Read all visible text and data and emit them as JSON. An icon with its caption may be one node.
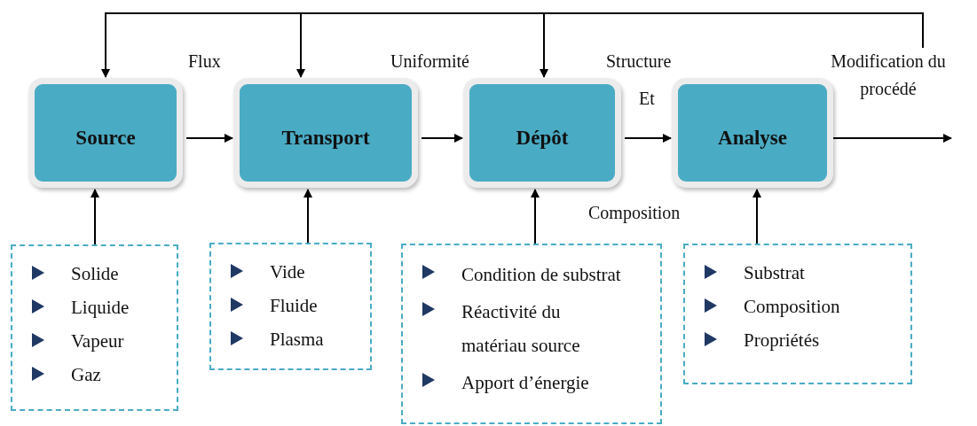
{
  "diagram": {
    "nodes": [
      {
        "text": [
          "Source"
        ]
      },
      {
        "text": [
          "Transport"
        ]
      },
      {
        "text": [
          "Dépôt"
        ]
      },
      {
        "text": [
          "Analyse"
        ]
      },
      {
        "text": [
          "Modification du procédé"
        ]
      },
      {
        "text": [
          "Solide",
          "Liquide",
          "Vapeur",
          "Gaz"
        ]
      },
      {
        "text": [
          "Vide",
          "Fluide",
          "Plasma"
        ]
      },
      {
        "text": [
          "Condition de substrat",
          "Réactivité du matériau source",
          "Apport d’énergie"
        ]
      },
      {
        "text": [
          "Substrat",
          "Composition",
          "Propriétés"
        ]
      }
    ],
    "edges": [
      {
        "from": 0,
        "to": 1,
        "arrow": "to"
      },
      {
        "from": 1,
        "to": 2,
        "arrow": "to"
      },
      {
        "from": 2,
        "to": 3,
        "arrow": "to"
      },
      {
        "from": 3,
        "to": null,
        "arrow": "to"
      },
      {
        "from": 4,
        "to": 0,
        "arrow": "to"
      },
      {
        "from": 4,
        "to": 1,
        "arrow": "to"
      },
      {
        "from": 4,
        "to": 2,
        "arrow": "to"
      },
      {
        "from": 5,
        "to": 0,
        "arrow": "to"
      },
      {
        "from": 6,
        "to": 1,
        "arrow": "to"
      },
      {
        "from": 7,
        "to": 2,
        "arrow": "to"
      },
      {
        "from": 8,
        "to": 3,
        "arrow": "to"
      }
    ],
    "labels": [
      "Flux",
      "Uniformité",
      "Structure",
      "Et",
      "Composition"
    ]
  }
}
